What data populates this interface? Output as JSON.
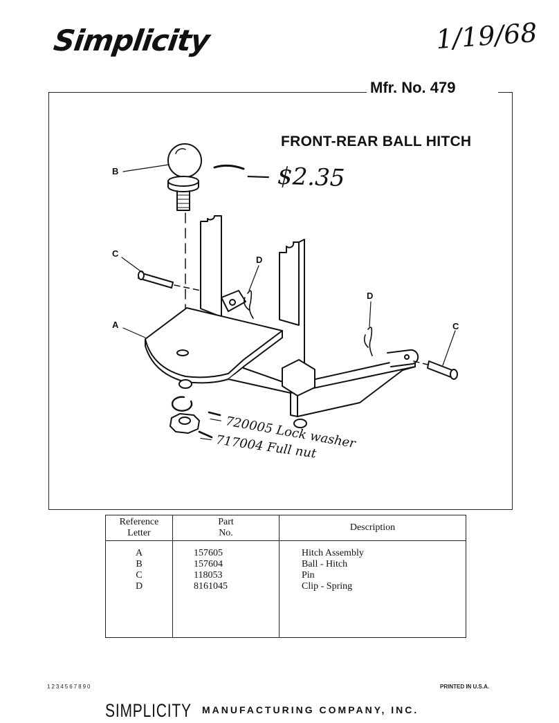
{
  "header": {
    "brand": "Simplicity",
    "handwritten_date": "1/19/68",
    "mfr_label": "Mfr. No. 479"
  },
  "diagram": {
    "title": "FRONT-REAR BALL HITCH",
    "callouts": [
      "A",
      "B",
      "C",
      "C",
      "D",
      "D"
    ],
    "handwritten_price": "— $2.35",
    "handwritten_notes": [
      "— 720005 Lock washer",
      "— 717004 Full nut"
    ]
  },
  "parts_table": {
    "headers": {
      "ref_letter": "Reference Letter",
      "ref_letter_l1": "Reference",
      "ref_letter_l2": "Letter",
      "part_no_l1": "Part",
      "part_no_l2": "No.",
      "description": "Description"
    },
    "rows": [
      {
        "letter": "A",
        "part": "157605",
        "desc": "Hitch Assembly"
      },
      {
        "letter": "B",
        "part": "157604",
        "desc": "Ball - Hitch"
      },
      {
        "letter": "C",
        "part": "118053",
        "desc": "Pin"
      },
      {
        "letter": "D",
        "part": "8161045",
        "desc": "Clip - Spring"
      }
    ]
  },
  "footer": {
    "number_strip": "1234567890",
    "printed": "PRINTED IN U.S.A.",
    "logo": "SIMPLICITY",
    "company": "MANUFACTURING COMPANY, INC."
  }
}
